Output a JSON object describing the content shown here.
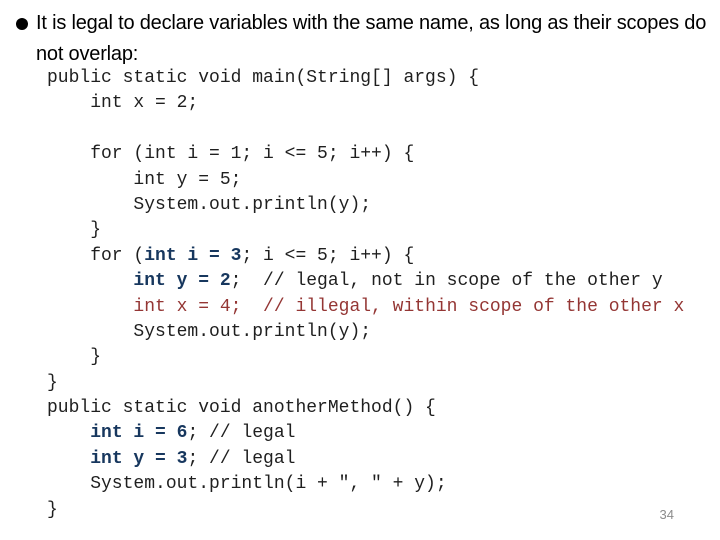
{
  "slide": {
    "title": "It is legal to declare variables with the same name, as long as their scopes do not overlap:",
    "page_number": "34"
  },
  "colors": {
    "background": "#ffffff",
    "title_text": "#000000",
    "code_text": "#1f1f1f",
    "keyword_bold": "#17375E",
    "illegal_red": "#943634",
    "page_number": "#8c8c8c"
  },
  "code": {
    "language": "java",
    "lines": [
      [
        {
          "t": "public static void main(String[] args) {",
          "s": "plain"
        }
      ],
      [
        {
          "t": "    int x = 2;",
          "s": "plain"
        }
      ],
      [
        {
          "t": "",
          "s": "plain"
        }
      ],
      [
        {
          "t": "    for (int i = 1; i <= 5; i++) {",
          "s": "plain"
        }
      ],
      [
        {
          "t": "        int y = 5;",
          "s": "plain"
        }
      ],
      [
        {
          "t": "        System.out.println(y);",
          "s": "plain"
        }
      ],
      [
        {
          "t": "    }",
          "s": "plain"
        }
      ],
      [
        {
          "t": "    for (",
          "s": "plain"
        },
        {
          "t": "int i = 3",
          "s": "bold-navy"
        },
        {
          "t": "; i <= 5; i++) {",
          "s": "plain"
        }
      ],
      [
        {
          "t": "        ",
          "s": "plain"
        },
        {
          "t": "int y = 2",
          "s": "bold-navy"
        },
        {
          "t": ";  // legal, not in scope of the other y",
          "s": "plain"
        }
      ],
      [
        {
          "t": "        ",
          "s": "plain"
        },
        {
          "t": "int x = 4;  // illegal, within scope of the other x",
          "s": "red"
        }
      ],
      [
        {
          "t": "        System.out.println(y);",
          "s": "plain"
        }
      ],
      [
        {
          "t": "    }",
          "s": "plain"
        }
      ],
      [
        {
          "t": "}",
          "s": "plain"
        }
      ],
      [
        {
          "t": "public static void anotherMethod() {",
          "s": "plain"
        }
      ],
      [
        {
          "t": "    ",
          "s": "plain"
        },
        {
          "t": "int i = 6",
          "s": "bold-navy"
        },
        {
          "t": "; // legal",
          "s": "plain"
        }
      ],
      [
        {
          "t": "    ",
          "s": "plain"
        },
        {
          "t": "int y = 3",
          "s": "bold-navy"
        },
        {
          "t": "; // legal",
          "s": "plain"
        }
      ],
      [
        {
          "t": "    System.out.println(i + \", \" + y);",
          "s": "plain"
        }
      ],
      [
        {
          "t": "}",
          "s": "plain"
        }
      ]
    ]
  }
}
